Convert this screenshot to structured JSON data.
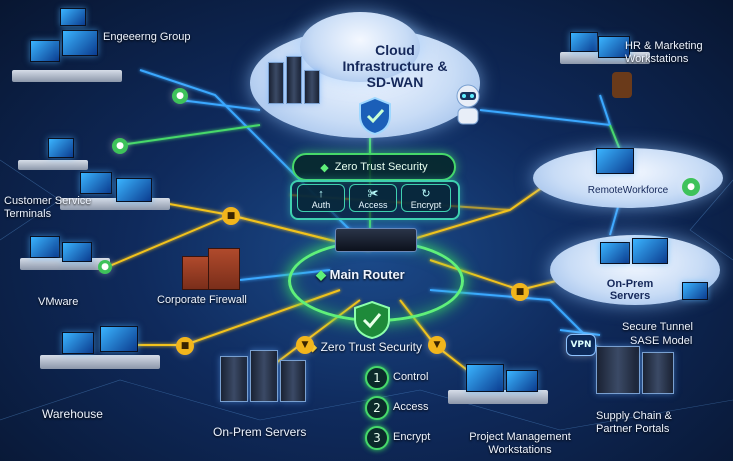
{
  "cloud": {
    "title": "Cloud Infrastructure & SD-WAN"
  },
  "zero_trust_top": {
    "label": "Zero Trust Security"
  },
  "policies_top": [
    {
      "glyph": "↑",
      "label": "Auth"
    },
    {
      "glyph": "✀",
      "label": "Access"
    },
    {
      "glyph": "↻",
      "label": "Encrypt"
    }
  ],
  "router": {
    "label": "Main Router"
  },
  "zero_trust_bottom": {
    "label": "Zero Trust Security"
  },
  "steps": [
    {
      "num": "1",
      "label": "Control"
    },
    {
      "num": "2",
      "label": "Access"
    },
    {
      "num": "3",
      "label": "Encrypt"
    }
  ],
  "sites": {
    "engineering": "Engeeerng Group",
    "hr": "HR & Marketing Workstations",
    "customer_service": "Customer Service Terminals",
    "remote": "RemoteWorkforce",
    "vmware": "VMware",
    "firewall": "Corporate Firewall",
    "onprem_right": "On-Prem Servers",
    "secure_tunnel": "Secure Tunnel",
    "sase": "SASE Model",
    "vpn": "VPN",
    "warehouse": "Warehouse",
    "onprem_bottom": "On-Prem Servers",
    "project": "Project Management Workstations",
    "supply": "Supply Chain & Partner Portals"
  },
  "colors": {
    "link_yellow": "#f2c21c",
    "link_blue": "#3aa8ff",
    "link_green": "#46d96a",
    "accent": "#5ff07a"
  }
}
